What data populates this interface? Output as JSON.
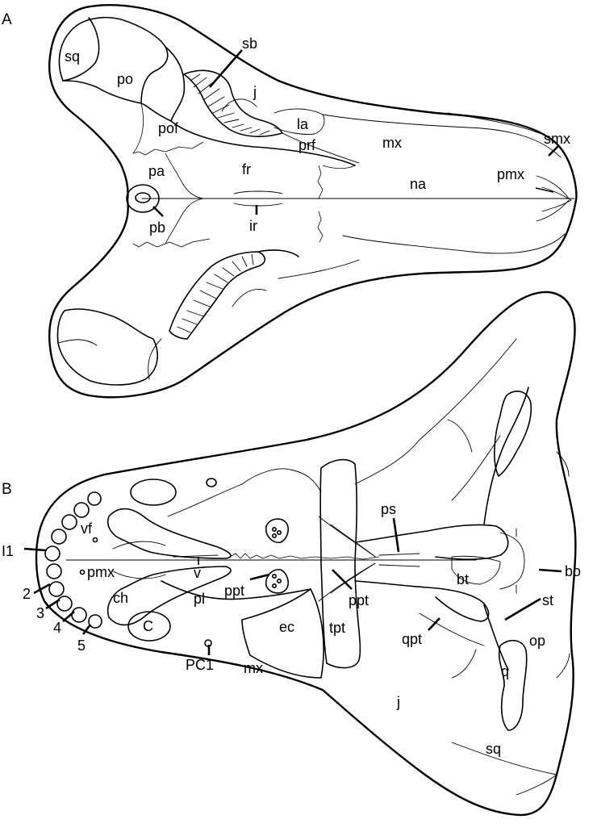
{
  "panels": {
    "a": "A",
    "b": "B"
  },
  "labels_a": {
    "sq": "sq",
    "po": "po",
    "sb": "sb",
    "j": "j",
    "la": "la",
    "pof": "pof",
    "prf": "prf",
    "mx": "mx",
    "smx": "smx",
    "pa": "pa",
    "fr": "fr",
    "na": "na",
    "pmx": "pmx",
    "pb": "pb",
    "ir": "ir"
  },
  "labels_b": {
    "vf": "vf",
    "i1": "I1",
    "t2": "2",
    "t3": "3",
    "t4": "4",
    "t5": "5",
    "pmx": "pmx",
    "v": "v",
    "ch": "ch",
    "pl": "pl",
    "c": "C",
    "pc1": "PC1",
    "ppt_left": "ppt",
    "ppt_right": "ppt",
    "ec": "ec",
    "tpt": "tpt",
    "mx": "mx",
    "ps": "ps",
    "bt": "bt",
    "bo": "bo",
    "st": "st",
    "qpt": "qpt",
    "op": "op",
    "q": "q",
    "j": "j",
    "sq": "sq"
  }
}
